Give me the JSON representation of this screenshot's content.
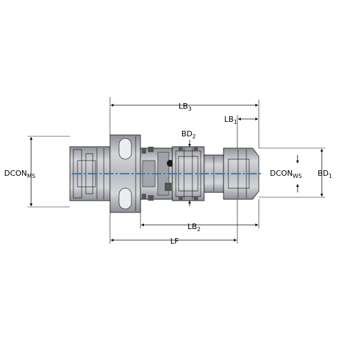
{
  "labels": {
    "lb3": {
      "base": "LB",
      "sub": "3"
    },
    "lb1": {
      "base": "LB",
      "sub": "1"
    },
    "bd2": {
      "base": "BD",
      "sub": "2"
    },
    "dcon_ms": {
      "base": "DCON",
      "sub": "MS"
    },
    "dcon_ws": {
      "base": "DCON",
      "sub": "WS"
    },
    "bd1": {
      "base": "BD",
      "sub": "1"
    },
    "lb2": {
      "base": "LB",
      "sub": "2"
    },
    "lf": "LF"
  },
  "colors": {
    "body": "#b4b6bc",
    "body_light": "#d2d4d8",
    "body_dark": "#7e8188",
    "flange": "#c2c4c8",
    "axis": "#2a7fd8",
    "line": "#000000"
  }
}
